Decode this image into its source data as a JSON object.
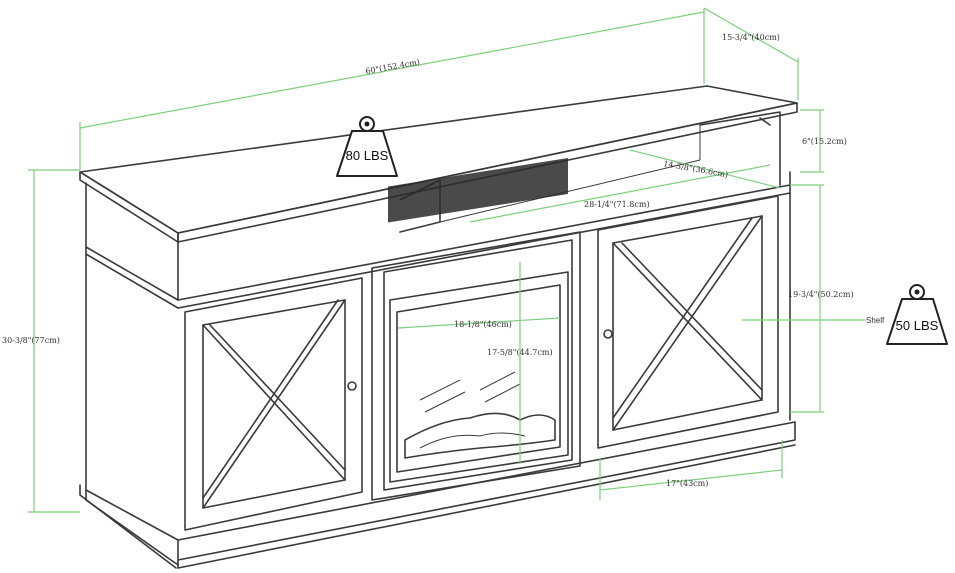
{
  "dimensions": {
    "width": "60\"(152.4cm)",
    "depth": "15-3/4\"(40cm)",
    "shelf_height": "6\"(15.2cm)",
    "shelf_depth": "14-3/8\"(36.6cm)",
    "shelf_width": "28-1/4\"(71.8cm)",
    "fireplace_width": "18-1/8\"(46cm)",
    "fireplace_height": "17-5/8\"(44.7cm)",
    "cabinet_height": "19-3/4\"(50.2cm)",
    "cabinet_width": "17\"(43cm)",
    "total_height": "30-3/8\"(77cm)"
  },
  "weights": {
    "top": "80 LBS",
    "shelf": "50 LBS"
  },
  "labels": {
    "shelf": "Shelf"
  },
  "colors": {
    "dimension_line": "#7cd07c",
    "outline": "#3a3a3a"
  }
}
